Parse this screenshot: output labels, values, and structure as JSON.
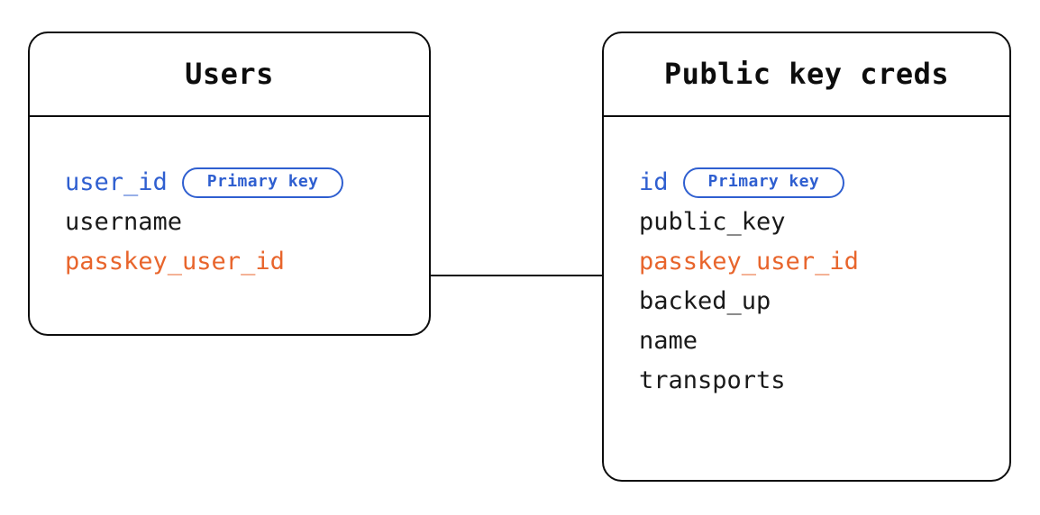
{
  "diagram": {
    "type": "entity-relationship-diagram",
    "background_color": "#ffffff",
    "colors": {
      "primary_key": "#2f5fd0",
      "foreign_key": "#e8652c",
      "text": "#1a1a1a",
      "border": "#0d0d0d"
    },
    "entities": [
      {
        "id": "users",
        "title": "Users",
        "fields": [
          {
            "name": "user_id",
            "role": "primary_key",
            "badge": "Primary key"
          },
          {
            "name": "username",
            "role": "plain",
            "badge": null
          },
          {
            "name": "passkey_user_id",
            "role": "foreign_key",
            "badge": null
          }
        ]
      },
      {
        "id": "credentials",
        "title": "Public key creds",
        "fields": [
          {
            "name": "id",
            "role": "primary_key",
            "badge": "Primary key"
          },
          {
            "name": "public_key",
            "role": "plain",
            "badge": null
          },
          {
            "name": "passkey_user_id",
            "role": "foreign_key",
            "badge": null
          },
          {
            "name": "backed_up",
            "role": "plain",
            "badge": null
          },
          {
            "name": "name",
            "role": "plain",
            "badge": null
          },
          {
            "name": "transports",
            "role": "plain",
            "badge": null
          }
        ]
      }
    ],
    "relationships": [
      {
        "id": "users-to-credentials",
        "from_entity": "users",
        "from_field": "passkey_user_id",
        "to_entity": "credentials",
        "to_field": "passkey_user_id",
        "style": "solid-line"
      }
    ]
  }
}
